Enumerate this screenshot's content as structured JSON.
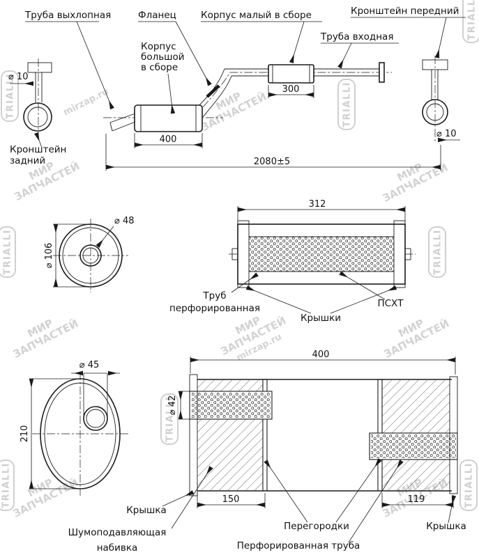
{
  "watermark": {
    "brand": "TRIALLI",
    "store_line1": "МИР",
    "store_line2": "ЗАПЧАСТЕЙ",
    "site": "mirzap.ru"
  },
  "assembly": {
    "labels": {
      "exhaust_pipe": "Труба выхлопная",
      "flange": "Фланец",
      "small_body_assy": "Корпус малый в сборе",
      "front_bracket": "Кронштейн передний",
      "inlet_pipe": "Труба входная",
      "big_body_l1": "Корпус",
      "big_body_l2": "большой",
      "big_body_l3": "в сборе",
      "rear_bracket_l1": "Кронштейн",
      "rear_bracket_l2": "задний"
    },
    "dims": {
      "dia10_left": "⌀ 10",
      "dia10_right": "⌀ 10",
      "len300": "300",
      "len400": "400",
      "total": "2080±5"
    }
  },
  "small_muffler": {
    "dims": {
      "len312": "312",
      "dia48": "⌀ 48",
      "dia106": "⌀ 106"
    },
    "labels": {
      "perf_tube_l1": "Труб",
      "perf_tube_l2": "перфорированная",
      "covers": "Крышки",
      "psht": "ПСХТ"
    }
  },
  "big_muffler": {
    "dims": {
      "len400": "400",
      "dia45": "⌀ 45",
      "h210": "210",
      "dia42": "⌀ 42",
      "len150": "150",
      "len119": "119"
    },
    "labels": {
      "cover_left": "Крышка",
      "padding_l1": "Шумоподавляющая",
      "padding_l2": "набивка",
      "partitions": "Перегородки",
      "perf_pipe": "Перфорированная труба",
      "cover_right": "Крышка"
    }
  }
}
